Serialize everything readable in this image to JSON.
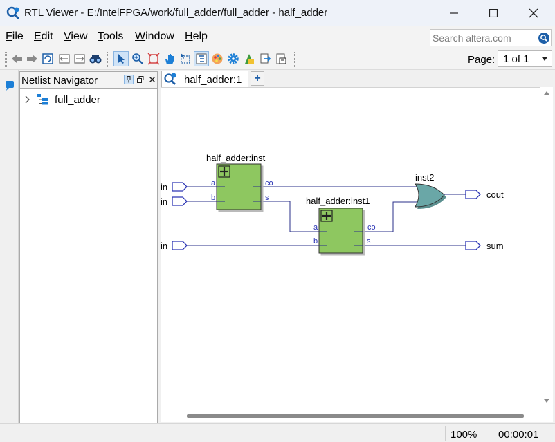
{
  "window": {
    "title": "RTL Viewer - E:/IntelFPGA/work/full_adder/full_adder - half_adder",
    "icons": [
      "rtl-viewer-app-icon",
      "minimize-icon",
      "maximize-icon",
      "close-icon"
    ]
  },
  "menu": {
    "items": [
      {
        "label": "File",
        "accel": "F",
        "rest": "ile"
      },
      {
        "label": "Edit",
        "accel": "E",
        "rest": "dit"
      },
      {
        "label": "View",
        "accel": "V",
        "rest": "iew"
      },
      {
        "label": "Tools",
        "accel": "T",
        "rest": "ools"
      },
      {
        "label": "Window",
        "accel": "W",
        "rest": "indow"
      },
      {
        "label": "Help",
        "accel": "H",
        "rest": "elp"
      }
    ]
  },
  "search": {
    "placeholder": "Search altera.com",
    "value": ""
  },
  "toolbar": {
    "page_label": "Page:",
    "page_value": "1 of 1",
    "buttons": [
      "back-icon",
      "forward-icon",
      "refresh-icon",
      "hierarchy-up-icon",
      "hierarchy-down-icon",
      "find-icon",
      "selection-tool-icon",
      "zoom-tool-icon",
      "fit-window-icon",
      "hand-tool-icon",
      "area-select-icon",
      "netlist-navigator-icon",
      "colors-icon",
      "settings-icon",
      "cleanup-icon",
      "export-icon",
      "print-icon"
    ]
  },
  "netlist_navigator": {
    "title": "Netlist Navigator",
    "tree": [
      {
        "label": "full_adder",
        "expanded": false
      }
    ]
  },
  "tabs": [
    {
      "label": "half_adder:1",
      "active": true
    }
  ],
  "tab_add_label": "+",
  "schematic": {
    "inputs": [
      {
        "label": "in"
      },
      {
        "label": "in"
      },
      {
        "label": "in"
      }
    ],
    "outputs": [
      {
        "label": "cout"
      },
      {
        "label": "sum"
      }
    ],
    "instances": [
      {
        "name": "half_adder:inst",
        "ports_in": [
          "a",
          "b"
        ],
        "ports_out": [
          "co",
          "s"
        ]
      },
      {
        "name": "half_adder:inst1",
        "ports_in": [
          "a",
          "b"
        ],
        "ports_out": [
          "co",
          "s"
        ]
      }
    ],
    "gate": {
      "name": "inst2",
      "type": "or"
    },
    "colors": {
      "block_fill": "#8ec760",
      "gate_fill": "#6aa7a7",
      "port_stroke": "#2d36b5",
      "wire": "#2a2f8a"
    }
  },
  "status": {
    "zoom": "100%",
    "time": "00:00:01"
  }
}
